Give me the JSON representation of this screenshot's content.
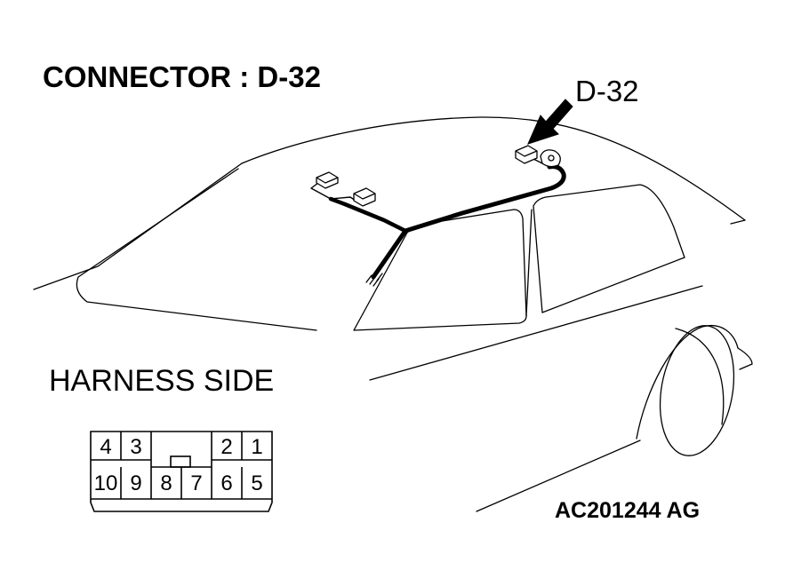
{
  "labels": {
    "title": "CONNECTOR : D-32",
    "callout": "D-32",
    "harness_side": "HARNESS SIDE",
    "reference_code": "AC201244 AG"
  },
  "connector": {
    "top_row": [
      "4",
      "3",
      "2",
      "1"
    ],
    "bottom_row": [
      "10",
      "9",
      "8",
      "7",
      "6",
      "5"
    ]
  },
  "colors": {
    "line": "#000000",
    "background": "#ffffff"
  }
}
